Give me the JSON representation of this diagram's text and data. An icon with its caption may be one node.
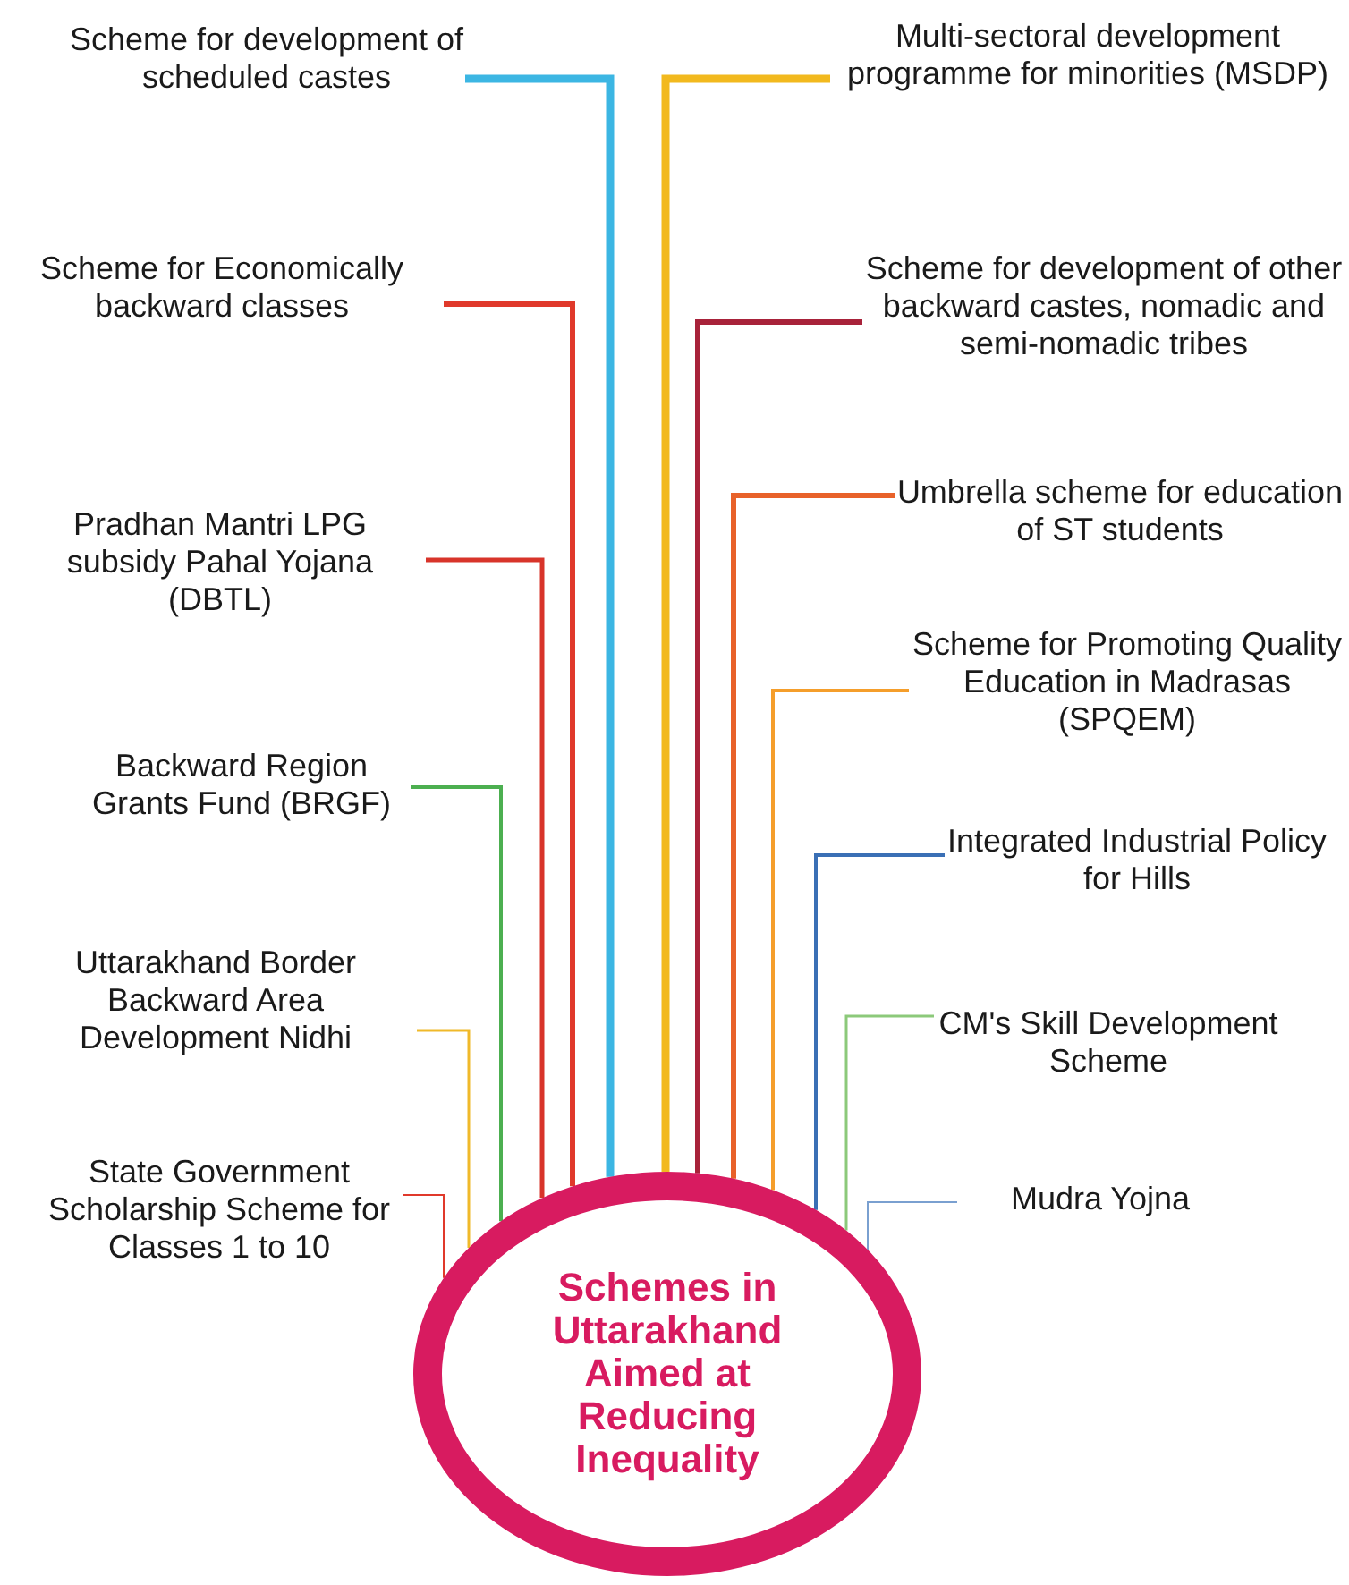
{
  "diagram": {
    "nodes": [
      {
        "text": [
          "Scheme for development of scheduled castes"
        ]
      },
      {
        "text": [
          "Scheme for Economically backward classes"
        ]
      },
      {
        "text": [
          "Pradhan Mantri LPG subsidy Pahal Yojana (DBTL)"
        ]
      },
      {
        "text": [
          "Backward Region Grants Fund (BRGF)"
        ]
      },
      {
        "text": [
          "Uttarakhand Border Backward Area Development Nidhi"
        ]
      },
      {
        "text": [
          "State Government Scholarship Scheme for Classes 1 to 10"
        ]
      },
      {
        "text": [
          "Multi-sectoral development programme for minorities (MSDP)"
        ]
      },
      {
        "text": [
          "Scheme for development of other backward castes, nomadic and semi-nomadic tribes"
        ]
      },
      {
        "text": [
          "Umbrella scheme for education of ST students"
        ]
      },
      {
        "text": [
          "Scheme for Promoting Quality Education in Madrasas (SPQEM)"
        ]
      },
      {
        "text": [
          "Integrated Industrial Policy for Hills"
        ]
      },
      {
        "text": [
          "CM's Skill Development Scheme"
        ]
      },
      {
        "text": [
          "Mudra Yojna"
        ]
      },
      {
        "text": [
          "Schemes in Uttarakhand Aimed at Reducing Inequality"
        ]
      }
    ],
    "edges": [
      {
        "from": 0,
        "to": 13,
        "arrow": "none",
        "color": "#3cb6e3",
        "style": "thick"
      },
      {
        "from": 1,
        "to": 13,
        "arrow": "none",
        "color": "#e0392b"
      },
      {
        "from": 2,
        "to": 13,
        "arrow": "none",
        "color": "#d8342a"
      },
      {
        "from": 3,
        "to": 13,
        "arrow": "none",
        "color": "#4caf50"
      },
      {
        "from": 4,
        "to": 13,
        "arrow": "none",
        "color": "#f0b92a"
      },
      {
        "from": 5,
        "to": 13,
        "arrow": "none",
        "color": "#e0392b"
      },
      {
        "from": 6,
        "to": 13,
        "arrow": "none",
        "color": "#f2b91e",
        "style": "thick"
      },
      {
        "from": 7,
        "to": 13,
        "arrow": "none",
        "color": "#a8223a"
      },
      {
        "from": 8,
        "to": 13,
        "arrow": "none",
        "color": "#e8622a"
      },
      {
        "from": 9,
        "to": 13,
        "arrow": "none",
        "color": "#f59e2b"
      },
      {
        "from": 10,
        "to": 13,
        "arrow": "none",
        "color": "#3a6fb5"
      },
      {
        "from": 11,
        "to": 13,
        "arrow": "none",
        "color": "#8cc97a"
      },
      {
        "from": 12,
        "to": 13,
        "arrow": "none",
        "color": "#7aa0d0"
      }
    ]
  }
}
